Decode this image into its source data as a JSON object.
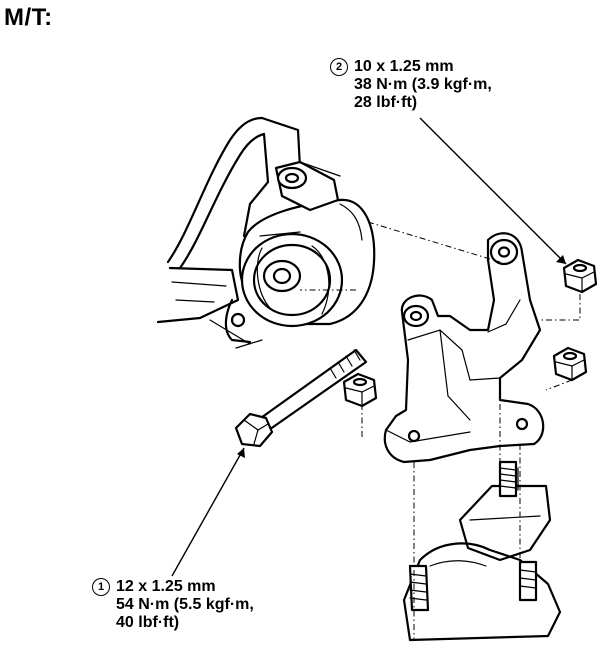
{
  "diagram": {
    "title": "M/T:",
    "callouts": [
      {
        "number": "2",
        "size": "10 x 1.25 mm",
        "torque": "38 N·m (3.9 kgf·m,",
        "torque_cont": "28 lbf·ft)"
      },
      {
        "number": "1",
        "size": "12 x 1.25 mm",
        "torque": "54 N·m (5.5 kgf·m,",
        "torque_cont": "40 lbf·ft)"
      }
    ]
  }
}
